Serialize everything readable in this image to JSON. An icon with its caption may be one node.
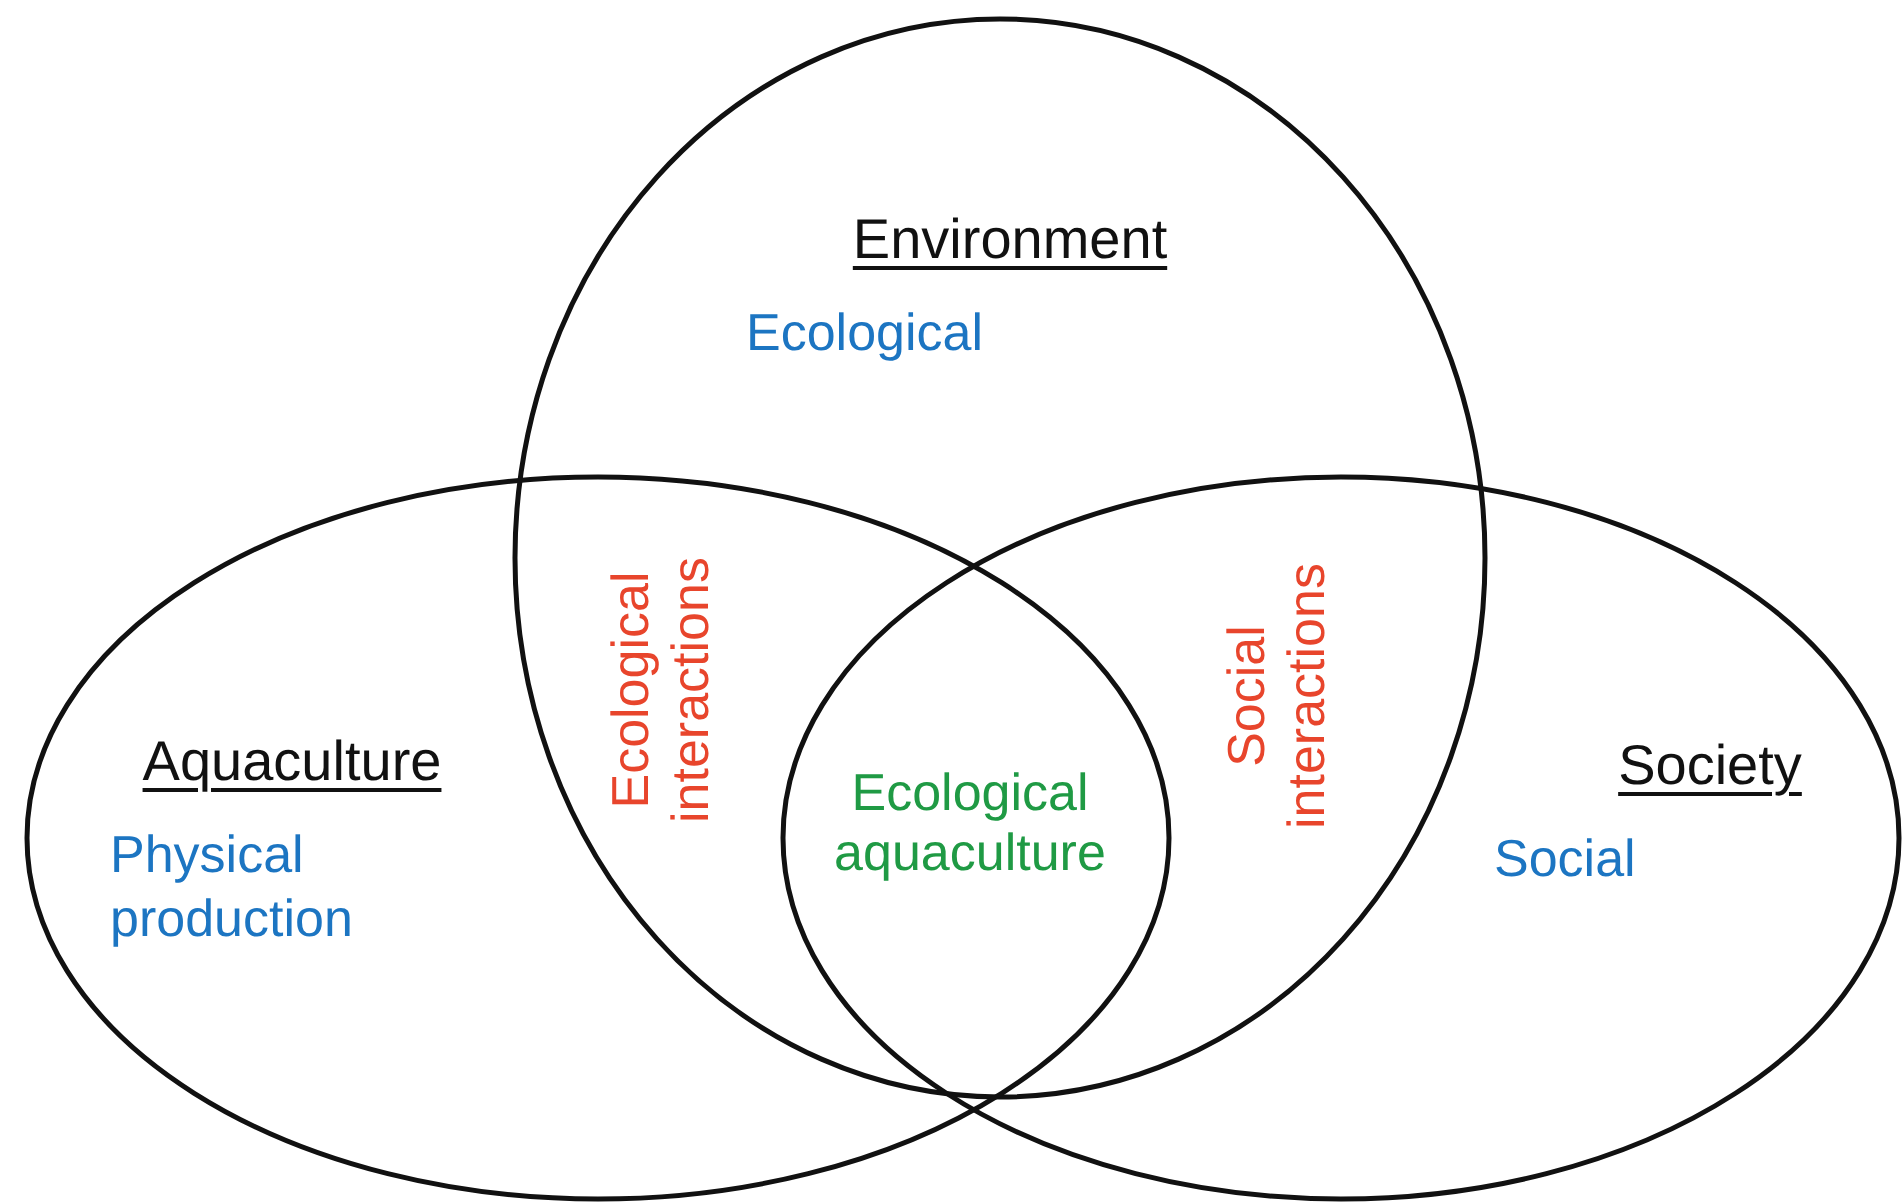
{
  "diagram": {
    "nodes": [
      {
        "text": [
          "Environment",
          "Ecological"
        ]
      },
      {
        "text": [
          "Aquaculture",
          "Physical production"
        ]
      },
      {
        "text": [
          "Society",
          "Social"
        ]
      }
    ],
    "edges": [],
    "labels": [
      "Ecological interactions",
      "Ecological aquaculture",
      "Social interactions"
    ]
  }
}
